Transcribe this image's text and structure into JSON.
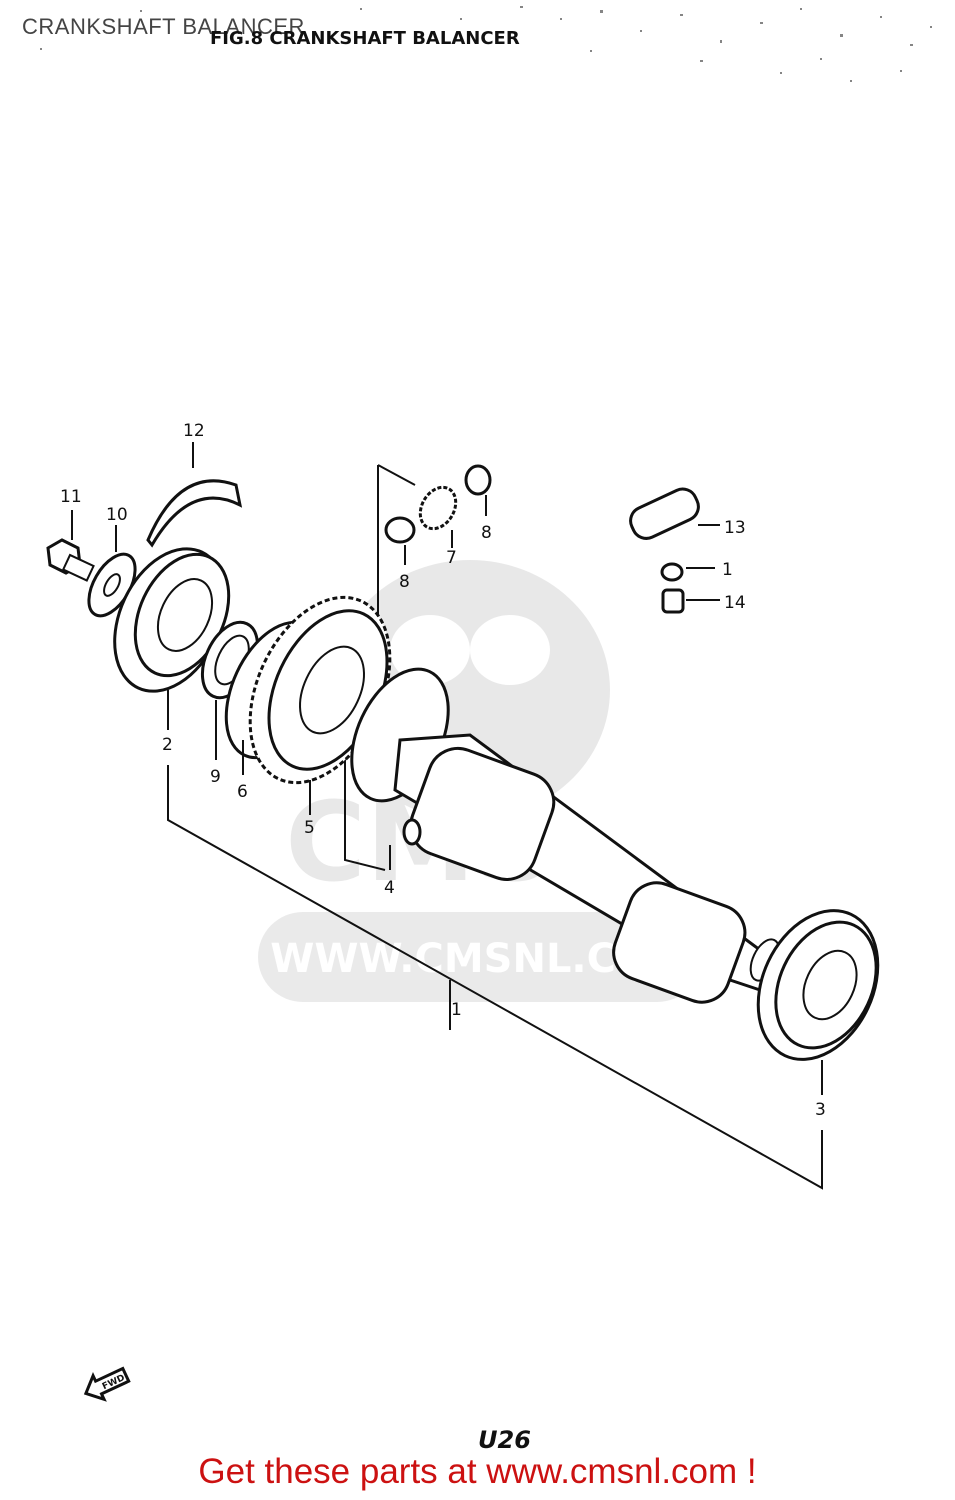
{
  "header": {
    "page_title": "CRANKSHAFT BALANCER",
    "figure_title": "FIG.8   CRANKSHAFT BALANCER"
  },
  "watermark": {
    "brand": "CMS",
    "url": "WWW.CMSNL.COM"
  },
  "callouts": [
    "1",
    "2",
    "3",
    "4",
    "5",
    "6",
    "7",
    "8",
    "8",
    "9",
    "10",
    "11",
    "12",
    "13",
    "1",
    "14"
  ],
  "fwd_label": "FWD",
  "page_code": "U26",
  "footer": {
    "cta": "Get these parts at www.cmsnl.com !"
  }
}
